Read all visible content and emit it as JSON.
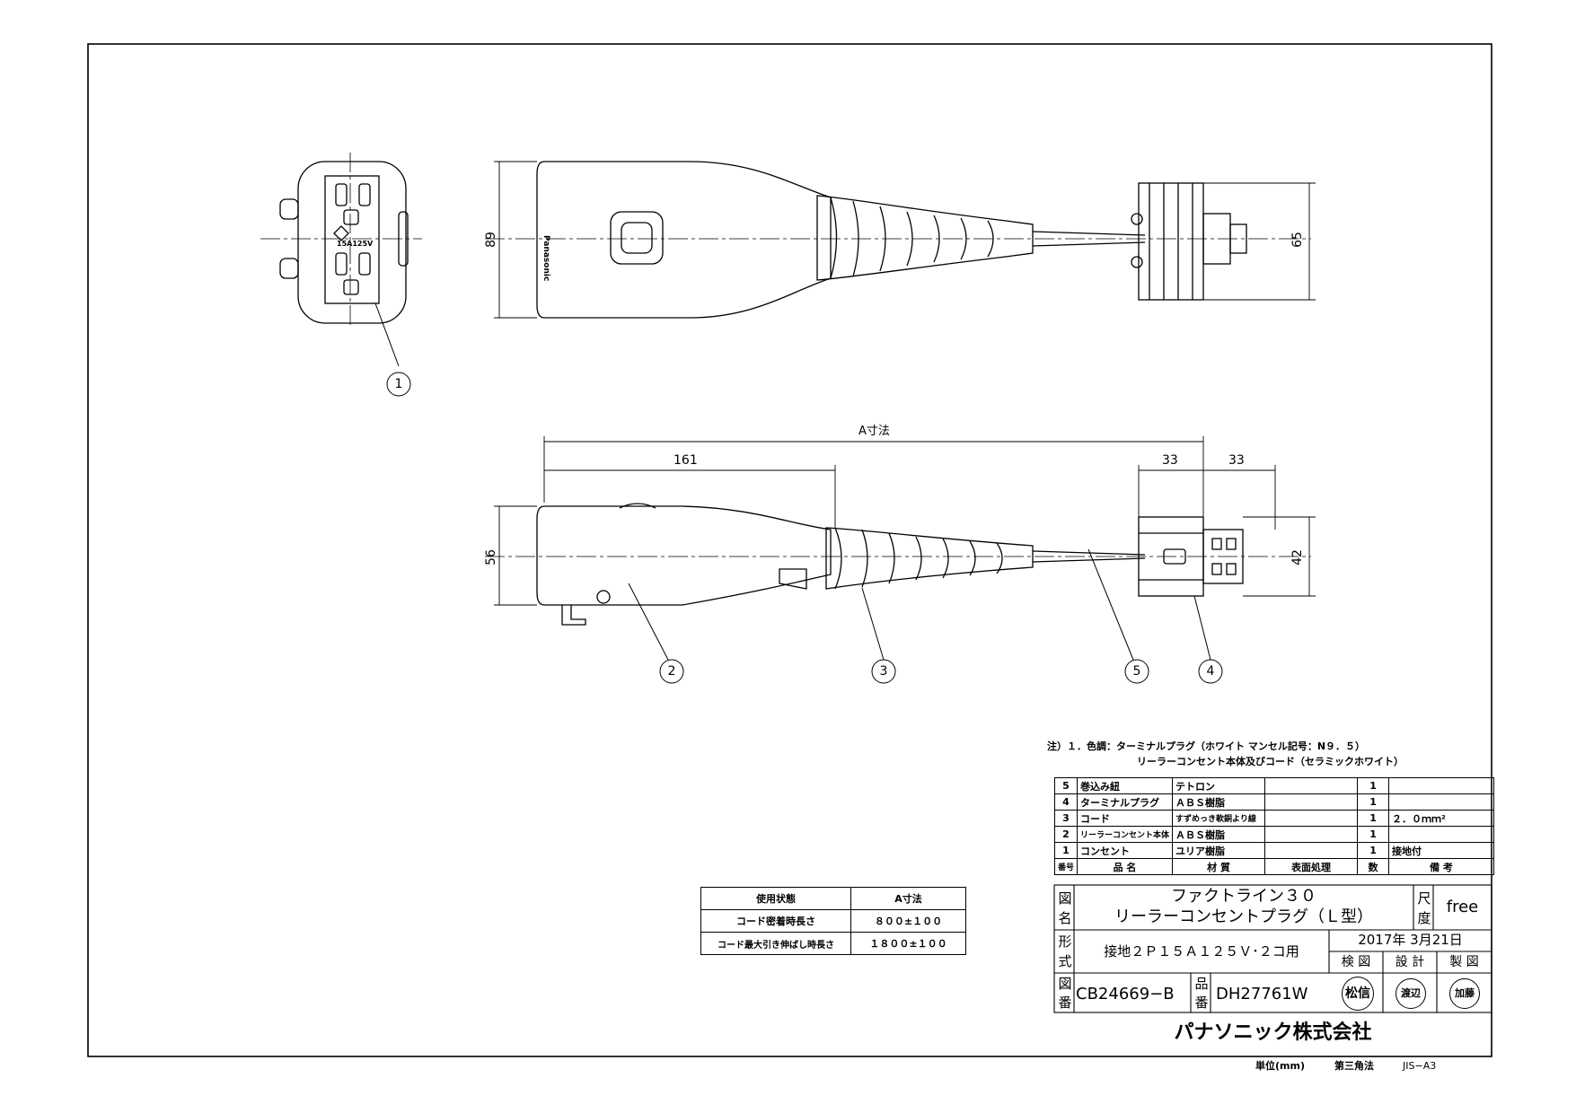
{
  "dims": {
    "front_height": "89",
    "front_right_height": "65",
    "a_dim": "A寸法",
    "body_len": "161",
    "side_height": "56",
    "right_w1": "33",
    "right_w2": "33",
    "side_right_height": "42"
  },
  "front_face_text": "15A125V",
  "brand_text": "Panasonic",
  "balloons": [
    "1",
    "2",
    "3",
    "5",
    "4"
  ],
  "notes": {
    "line1": "注）１．色調：ターミナルプラグ（ホワイト マンセル記号：N９．５）",
    "line2": "リーラーコンセント本体及びコード（セラミックホワイト）"
  },
  "parts_header": {
    "no": "番号",
    "name": "品 名",
    "material": "材 質",
    "finish": "表面処理",
    "qty": "数",
    "remarks": "備 考"
  },
  "parts": [
    {
      "no": "5",
      "name": "巻込み紐",
      "material": "テトロン",
      "finish": "",
      "qty": "1",
      "remarks": ""
    },
    {
      "no": "4",
      "name": "ターミナルプラグ",
      "material": "ＡＢＳ樹脂",
      "finish": "",
      "qty": "1",
      "remarks": ""
    },
    {
      "no": "3",
      "name": "コード",
      "material": "すずめっき軟銅より線",
      "finish": "",
      "qty": "1",
      "remarks": "２．０ｍｍ²"
    },
    {
      "no": "2",
      "name": "リーラーコンセント本体",
      "material": "ＡＢＳ樹脂",
      "finish": "",
      "qty": "1",
      "remarks": ""
    },
    {
      "no": "1",
      "name": "コンセント",
      "material": "ユリア樹脂",
      "finish": "",
      "qty": "1",
      "remarks": "接地付"
    }
  ],
  "title_block": {
    "zumei_label": "図名",
    "zumei_line1": "ファクトライン３０",
    "zumei_line2": "リーラーコンセントプラグ（Ｌ型）",
    "shakudo_label": "尺度",
    "shakudo": "free",
    "keishiki_label": "形式",
    "keishiki": "接地２Ｐ１５Ａ１２５Ｖ･２コ用",
    "date": "2017年  3月21日",
    "roles": [
      "検 図",
      "設 計",
      "製 図"
    ],
    "zuban_label": "図番",
    "zuban": "CB24669−B",
    "hinban_label": "品番",
    "hinban": "DH27761W",
    "stamps": [
      "松信",
      "渡辺",
      "加藤"
    ],
    "company": "パナソニック株式会社",
    "footer_unit": "単位(mm)",
    "footer_projection": "第三角法",
    "footer_size": "JIS−A3"
  },
  "usage": {
    "header": [
      "使用状態",
      "A寸法"
    ],
    "rows": [
      [
        "コード密着時長さ",
        "８００±１００"
      ],
      [
        "コード最大引き伸ばし時長さ",
        "１８００±１００"
      ]
    ]
  }
}
